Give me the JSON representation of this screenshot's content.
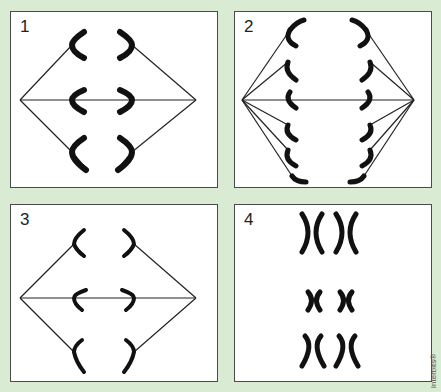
{
  "diagram": {
    "nodes": [
      {
        "text": [
          "1"
        ]
      },
      {
        "text": [
          "2"
        ]
      },
      {
        "text": [
          "3"
        ]
      },
      {
        "text": [
          "4"
        ]
      }
    ],
    "labels": [
      "Interbits®"
    ]
  }
}
